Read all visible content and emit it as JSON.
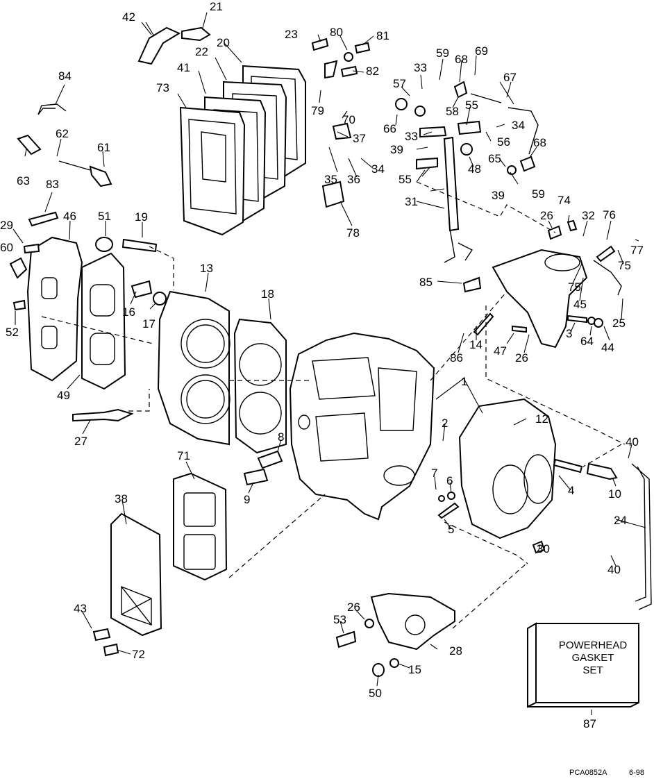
{
  "callouts": [
    {
      "id": "c42",
      "text": "42"
    },
    {
      "id": "c21",
      "text": "21"
    },
    {
      "id": "c20",
      "text": "20"
    },
    {
      "id": "c23",
      "text": "23"
    },
    {
      "id": "c80",
      "text": "80"
    },
    {
      "id": "c81",
      "text": "81"
    },
    {
      "id": "c22",
      "text": "22"
    },
    {
      "id": "c82",
      "text": "82"
    },
    {
      "id": "c41",
      "text": "41"
    },
    {
      "id": "c73",
      "text": "73"
    },
    {
      "id": "c79",
      "text": "79"
    },
    {
      "id": "c84",
      "text": "84"
    },
    {
      "id": "c62",
      "text": "62"
    },
    {
      "id": "c61",
      "text": "61"
    },
    {
      "id": "c63",
      "text": "63"
    },
    {
      "id": "c83",
      "text": "83"
    },
    {
      "id": "c59a",
      "text": "59"
    },
    {
      "id": "c68a",
      "text": "68"
    },
    {
      "id": "c69",
      "text": "69"
    },
    {
      "id": "c33a",
      "text": "33"
    },
    {
      "id": "c57",
      "text": "57"
    },
    {
      "id": "c67",
      "text": "67"
    },
    {
      "id": "c70",
      "text": "70"
    },
    {
      "id": "c58",
      "text": "58"
    },
    {
      "id": "c55a",
      "text": "55"
    },
    {
      "id": "c66",
      "text": "66"
    },
    {
      "id": "c33b",
      "text": "33"
    },
    {
      "id": "c34a",
      "text": "34"
    },
    {
      "id": "c37",
      "text": "37"
    },
    {
      "id": "c56",
      "text": "56"
    },
    {
      "id": "c68b",
      "text": "68"
    },
    {
      "id": "c39a",
      "text": "39"
    },
    {
      "id": "c35",
      "text": "35"
    },
    {
      "id": "c34b",
      "text": "34"
    },
    {
      "id": "c48",
      "text": "48"
    },
    {
      "id": "c65",
      "text": "65"
    },
    {
      "id": "c36",
      "text": "36"
    },
    {
      "id": "c55b",
      "text": "55"
    },
    {
      "id": "c39b",
      "text": "39"
    },
    {
      "id": "c59b",
      "text": "59"
    },
    {
      "id": "c31",
      "text": "31"
    },
    {
      "id": "c78",
      "text": "78"
    },
    {
      "id": "c29",
      "text": "29"
    },
    {
      "id": "c46",
      "text": "46"
    },
    {
      "id": "c51",
      "text": "51"
    },
    {
      "id": "c19",
      "text": "19"
    },
    {
      "id": "c26a",
      "text": "26"
    },
    {
      "id": "c74",
      "text": "74"
    },
    {
      "id": "c32",
      "text": "32"
    },
    {
      "id": "c76",
      "text": "76"
    },
    {
      "id": "c60",
      "text": "60"
    },
    {
      "id": "c77",
      "text": "77"
    },
    {
      "id": "c75a",
      "text": "75"
    },
    {
      "id": "c13",
      "text": "13"
    },
    {
      "id": "c85",
      "text": "85"
    },
    {
      "id": "c75b",
      "text": "75"
    },
    {
      "id": "c45",
      "text": "45"
    },
    {
      "id": "c18",
      "text": "18"
    },
    {
      "id": "c16",
      "text": "16"
    },
    {
      "id": "c17",
      "text": "17"
    },
    {
      "id": "c52",
      "text": "52"
    },
    {
      "id": "c25",
      "text": "25"
    },
    {
      "id": "c3",
      "text": "3"
    },
    {
      "id": "c64",
      "text": "64"
    },
    {
      "id": "c44",
      "text": "44"
    },
    {
      "id": "c14",
      "text": "14"
    },
    {
      "id": "c47",
      "text": "47"
    },
    {
      "id": "c26b",
      "text": "26"
    },
    {
      "id": "c86",
      "text": "86"
    },
    {
      "id": "c49",
      "text": "49"
    },
    {
      "id": "c1",
      "text": "1"
    },
    {
      "id": "c12",
      "text": "12"
    },
    {
      "id": "c2",
      "text": "2"
    },
    {
      "id": "c27",
      "text": "27"
    },
    {
      "id": "c8",
      "text": "8"
    },
    {
      "id": "c40a",
      "text": "40"
    },
    {
      "id": "c71",
      "text": "71"
    },
    {
      "id": "c7",
      "text": "7"
    },
    {
      "id": "c6",
      "text": "6"
    },
    {
      "id": "c4",
      "text": "4"
    },
    {
      "id": "c10",
      "text": "10"
    },
    {
      "id": "c38",
      "text": "38"
    },
    {
      "id": "c9",
      "text": "9"
    },
    {
      "id": "c5",
      "text": "5"
    },
    {
      "id": "c24",
      "text": "24"
    },
    {
      "id": "c30",
      "text": "30"
    },
    {
      "id": "c40b",
      "text": "40"
    },
    {
      "id": "c43",
      "text": "43"
    },
    {
      "id": "c26c",
      "text": "26"
    },
    {
      "id": "c53",
      "text": "53"
    },
    {
      "id": "c28",
      "text": "28"
    },
    {
      "id": "c72",
      "text": "72"
    },
    {
      "id": "c15",
      "text": "15"
    },
    {
      "id": "c50",
      "text": "50"
    },
    {
      "id": "c87",
      "text": "87"
    }
  ],
  "gasket_box": {
    "line1": "POWERHEAD",
    "line2": "GASKET",
    "line3": "SET"
  },
  "footer": {
    "code": "PCA0852A",
    "date": "6-98"
  }
}
